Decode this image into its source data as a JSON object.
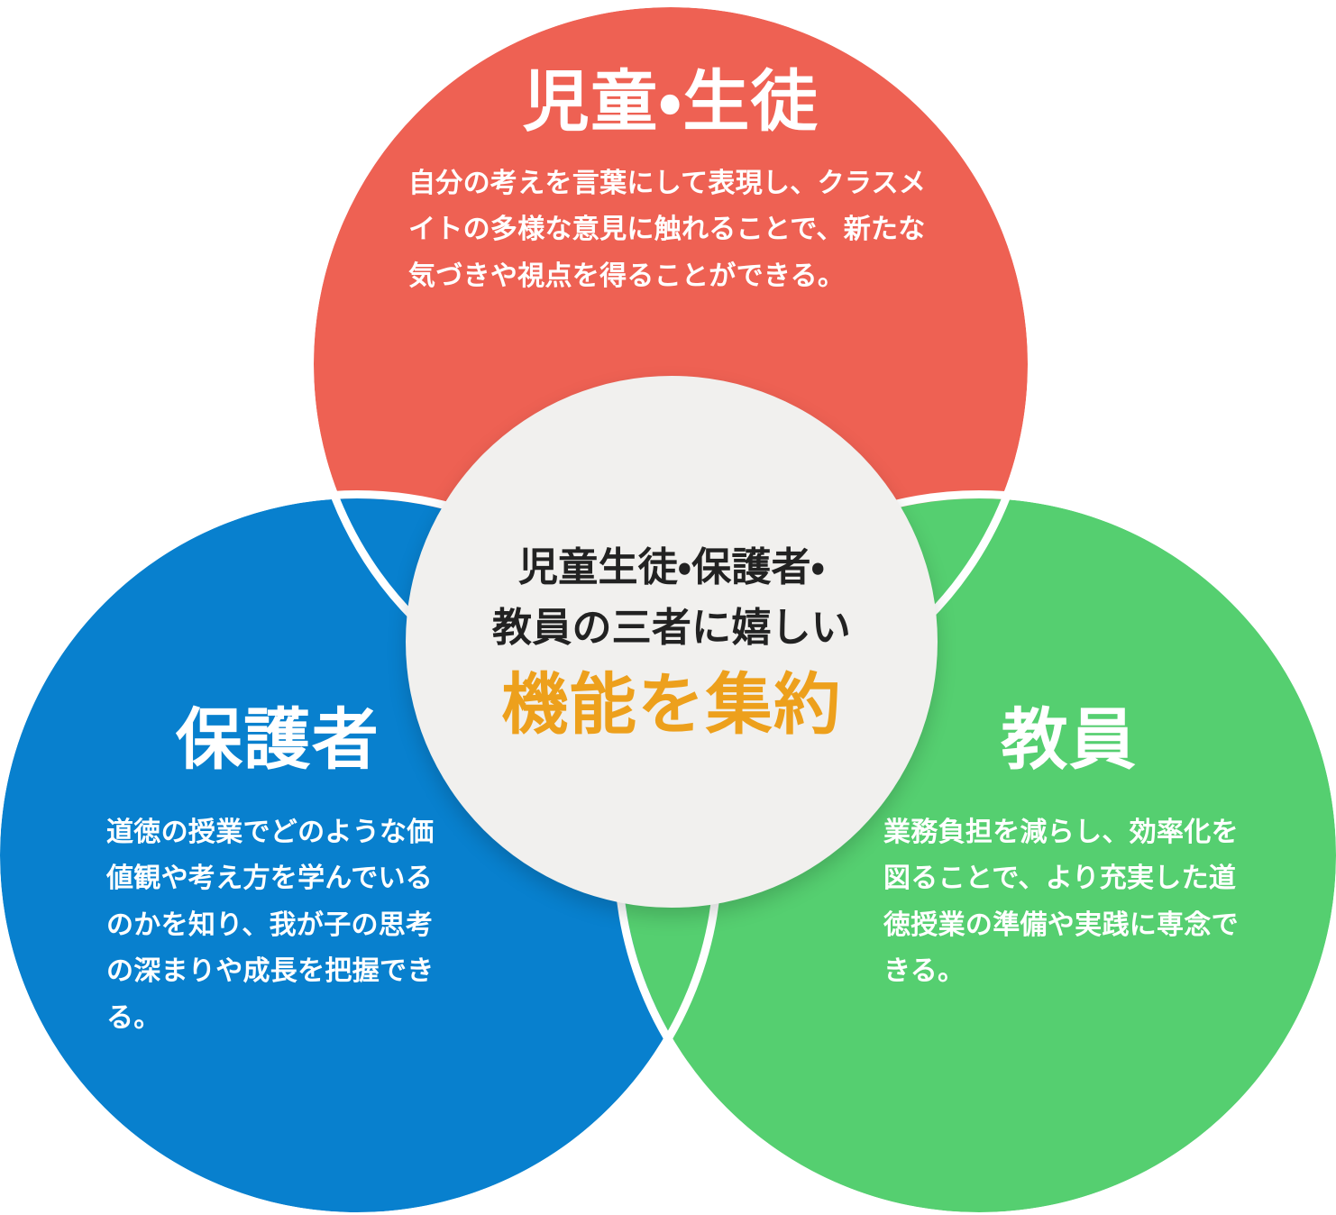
{
  "figure": {
    "type": "three-circle-venn-infographic",
    "background_color": "#ffffff"
  },
  "center": {
    "background_color": "#f1f0ee",
    "lead_color": "#222222",
    "emphasis_color": "#eda01c",
    "lead_line_1": "児童生徒・保護者・",
    "lead_line_2": "教員の三者に嬉しい",
    "emphasis": "機能を集約"
  },
  "lobes": {
    "top": {
      "key": "students",
      "color": "#ee6153",
      "title": "児童・生徒",
      "body": "自分の考えを言葉にして表現し、クラスメイトの多様な意見に触れることで、新たな気づきや視点を得ることができる。"
    },
    "left": {
      "key": "guardians",
      "color": "#0880ce",
      "title": "保護者",
      "body": "道徳の授業でどのような価値観や考え方を学んでいるのかを知り、我が子の思考の深まりや成長を把握できる。"
    },
    "right": {
      "key": "teachers",
      "color": "#55cf70",
      "title": "教員",
      "body": "業務負担を減らし、効率化を図ることで、より充実した道徳授業の準備や実践に専念できる。"
    }
  }
}
